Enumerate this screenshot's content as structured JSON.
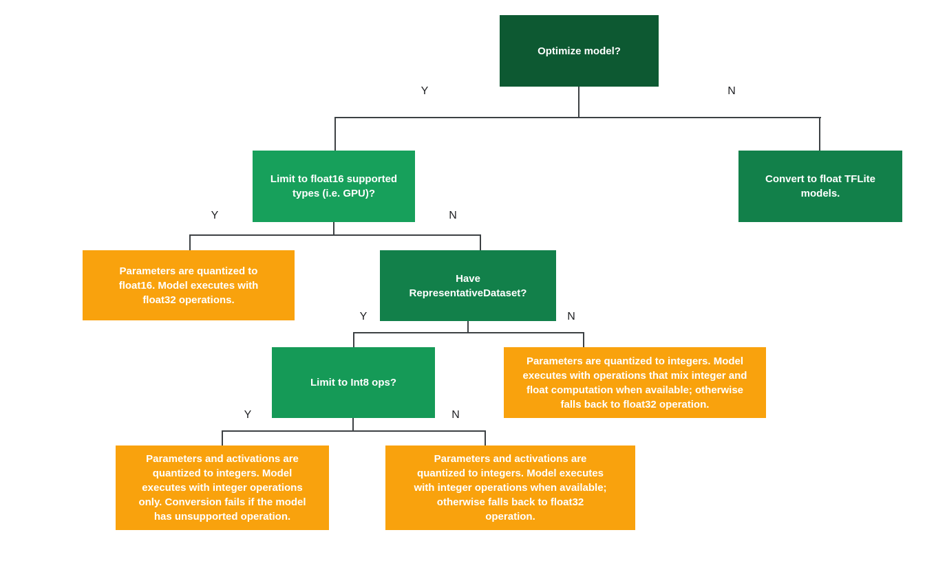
{
  "colors": {
    "green_dark": "#0d5932",
    "green_forest": "#12804a",
    "green_bright_1": "#17a05b",
    "green_bright_2": "#159a57",
    "orange": "#f9a20d",
    "line": "#3c4043",
    "edge_label_text": "#202124",
    "node_text": "#ffffff",
    "background": "#ffffff"
  },
  "nodes": [
    {
      "id": "optimize-model",
      "kind": "decision",
      "color": "#0d5932",
      "label": "Optimize model?"
    },
    {
      "id": "limit-float16",
      "kind": "decision",
      "color": "#17a05b",
      "label": "Limit to float16 supported\ntypes (i.e. GPU)?"
    },
    {
      "id": "convert-float-tflite",
      "kind": "outcome",
      "color": "#12804a",
      "label": "Convert to float TFLite\nmodels."
    },
    {
      "id": "float16-quantized-outcome",
      "kind": "outcome",
      "color": "#f9a20d",
      "label": "Parameters are quantized to\nfloat16. Model executes with\nfloat32 operations."
    },
    {
      "id": "have-representative-dataset",
      "kind": "decision",
      "color": "#12804a",
      "label": "Have\nRepresentativeDataset?"
    },
    {
      "id": "limit-int8-ops",
      "kind": "decision",
      "color": "#159a57",
      "label": "Limit to Int8 ops?"
    },
    {
      "id": "mixed-integer-float-outcome",
      "kind": "outcome",
      "color": "#f9a20d",
      "label": "Parameters are quantized to integers. Model\nexecutes with operations that mix integer and\nfloat computation when available; otherwise\nfalls back to float32 operation."
    },
    {
      "id": "integer-only-outcome",
      "kind": "outcome",
      "color": "#f9a20d",
      "label": "Parameters and activations are\nquantized to integers. Model\nexecutes with integer operations\nonly. Conversion fails if the model\nhas unsupported operation."
    },
    {
      "id": "integer-fallback-outcome",
      "kind": "outcome",
      "color": "#f9a20d",
      "label": "Parameters and activations are\nquantized to integers. Model executes\nwith integer operations when available;\notherwise falls back to float32\noperation."
    }
  ],
  "edges": [
    {
      "branch": "optimize-yes",
      "label": "Y"
    },
    {
      "branch": "optimize-no",
      "label": "N"
    },
    {
      "branch": "float16-yes",
      "label": "Y"
    },
    {
      "branch": "float16-no",
      "label": "N"
    },
    {
      "branch": "dataset-yes",
      "label": "Y"
    },
    {
      "branch": "dataset-no",
      "label": "N"
    },
    {
      "branch": "int8-yes",
      "label": "Y"
    },
    {
      "branch": "int8-no",
      "label": "N"
    }
  ]
}
